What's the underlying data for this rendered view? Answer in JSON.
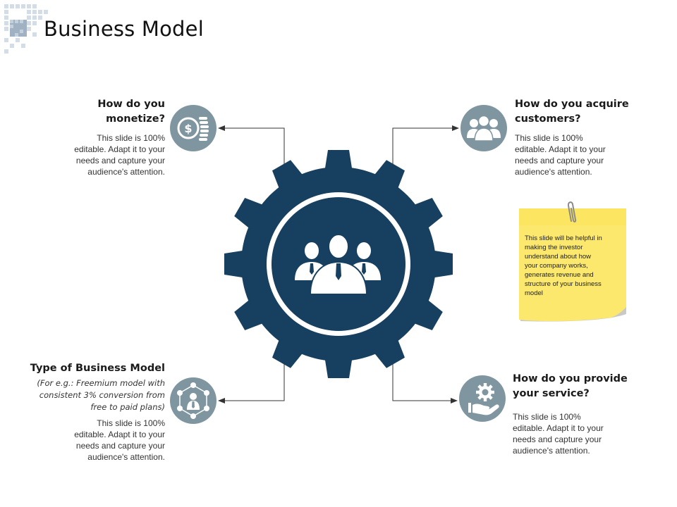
{
  "title": "Business Model",
  "colors": {
    "gear": "#173f5f",
    "icon_circle": "#7f96a1",
    "connector": "#333333",
    "sticky_note": "#fbe86d",
    "decor_squares": "#c9d6e3"
  },
  "center": {
    "icon": "business-team-icon"
  },
  "nodes": {
    "top_left": {
      "heading_line1": "How do you",
      "heading_line2": "monetize?",
      "desc": [
        "This slide is 100%",
        "editable. Adapt it to your",
        "needs and capture your",
        "audience's attention."
      ],
      "icon": "dollar-coins-icon"
    },
    "top_right": {
      "heading_line1": "How do you acquire",
      "heading_line2": "customers?",
      "desc": [
        "This slide is 100%",
        "editable. Adapt it to your",
        "needs and capture your",
        "audience's attention."
      ],
      "icon": "customers-group-icon"
    },
    "bottom_left": {
      "heading": "Type of Business Model",
      "note": [
        "(For e.g.: Freemium model with",
        "consistent 3% conversion from",
        "free to paid plans)"
      ],
      "desc": [
        "This slide is 100%",
        "editable. Adapt it to your",
        "needs and capture your",
        "audience's attention."
      ],
      "icon": "network-person-icon"
    },
    "bottom_right": {
      "heading_line1": "How do you provide",
      "heading_line2": "your service?",
      "desc": [
        "This slide is 100%",
        "editable. Adapt it to your",
        "needs and capture your",
        "audience's attention."
      ],
      "icon": "gear-hand-icon"
    }
  },
  "sticky_note": {
    "lines": [
      "This slide will be helpful in",
      "making the investor",
      "understand about how",
      "your company works,",
      "generates revenue and",
      "structure of your business",
      "model"
    ]
  }
}
